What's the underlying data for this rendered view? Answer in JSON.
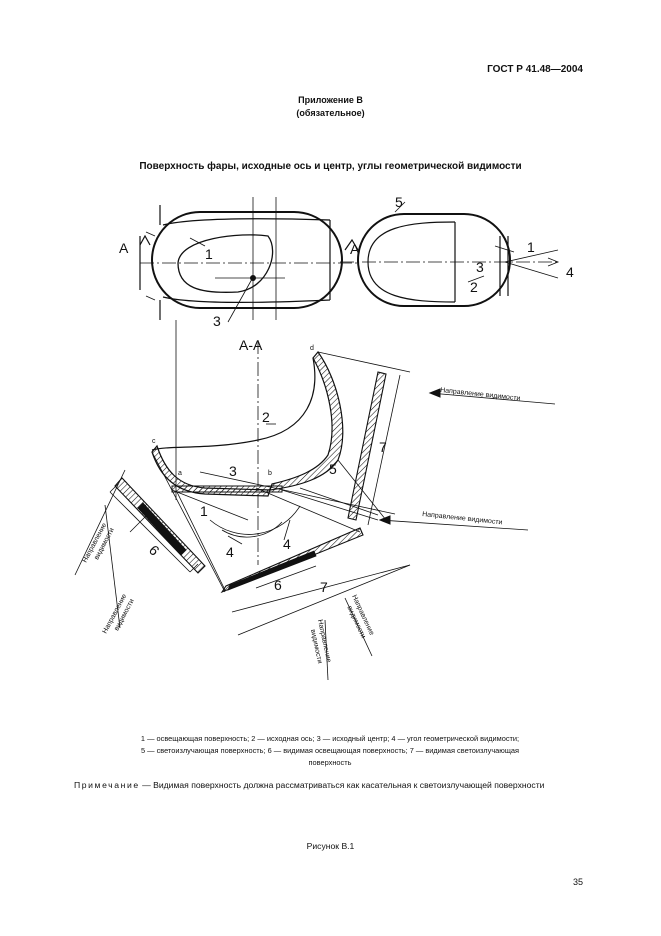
{
  "header": {
    "standard": "ГОСТ Р 41.48—2004"
  },
  "appendix": {
    "title": "Приложение В",
    "status": "(обязательное)"
  },
  "figure": {
    "title": "Поверхность фары, исходные ось и центр, углы геометрической видимости",
    "labels": {
      "n1": "1",
      "n2": "2",
      "n3": "3",
      "n4": "4",
      "n5": "5",
      "n6": "6",
      "n7": "7",
      "sectionA": "A",
      "sectionAA": "A-A",
      "pa": "a",
      "pb": "b",
      "pc": "c",
      "pd": "d",
      "dir": "Направление видимости",
      "dir_line1": "Направление",
      "dir_line2": "видимости"
    },
    "caption": "Рисунок В.1"
  },
  "legend": {
    "line1": "1 — освещающая поверхность; 2 — исходная ось; 3 — исходный центр; 4 — угол геометрической видимости;",
    "line2": "5 — светоизлучающая поверхность; 6 — видимая освещающая поверхность; 7 — видимая светоизлучающая",
    "line3": "поверхность"
  },
  "note": {
    "lead": "Примечание",
    "text": "— Видимая поверхность должна рассматриваться как касательная к светоизлучающей поверхности"
  },
  "page_number": "35"
}
